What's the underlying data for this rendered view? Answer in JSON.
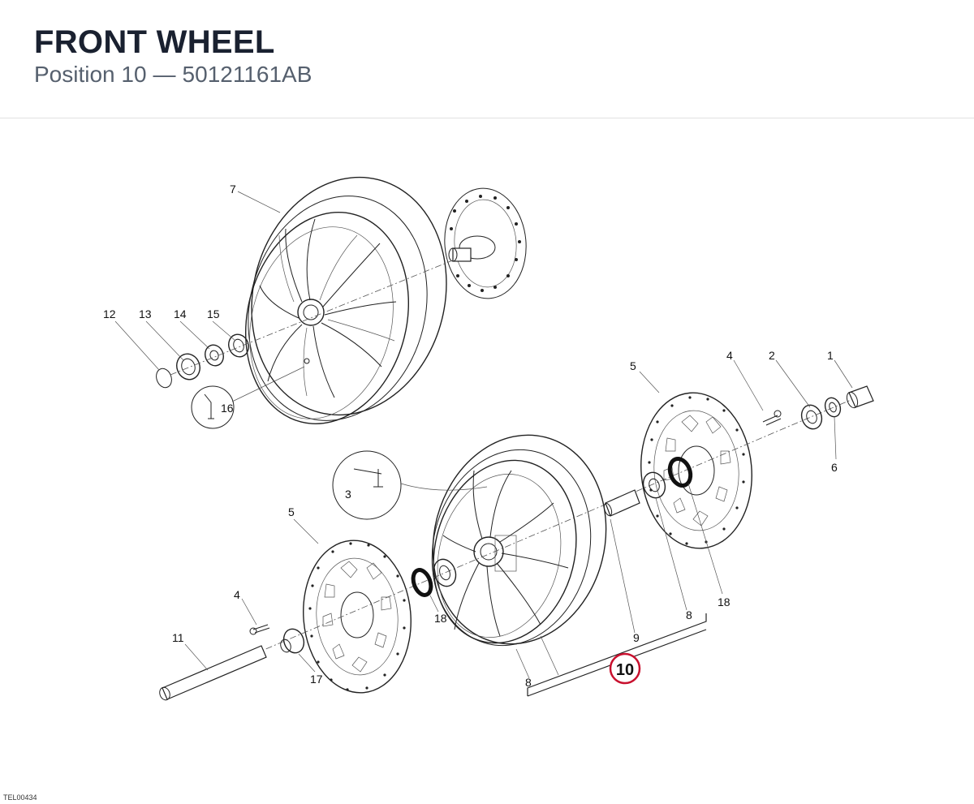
{
  "header": {
    "title": "FRONT WHEEL",
    "subtitle_position": "Position 10",
    "subtitle_separator": "—",
    "subtitle_code": "50121161AB"
  },
  "callouts": {
    "c1": "1",
    "c2": "2",
    "c3": "3",
    "c4a": "4",
    "c4b": "4",
    "c5a": "5",
    "c5b": "5",
    "c6": "6",
    "c7": "7",
    "c8a": "8",
    "c8b": "8",
    "c9": "9",
    "c11": "11",
    "c12": "12",
    "c13": "13",
    "c14": "14",
    "c15": "15",
    "c16": "16",
    "c17": "17",
    "c18a": "18",
    "c18b": "18"
  },
  "highlight": {
    "label": "10",
    "color": "#c8102e"
  },
  "footer": {
    "reference": "TEL00434"
  }
}
